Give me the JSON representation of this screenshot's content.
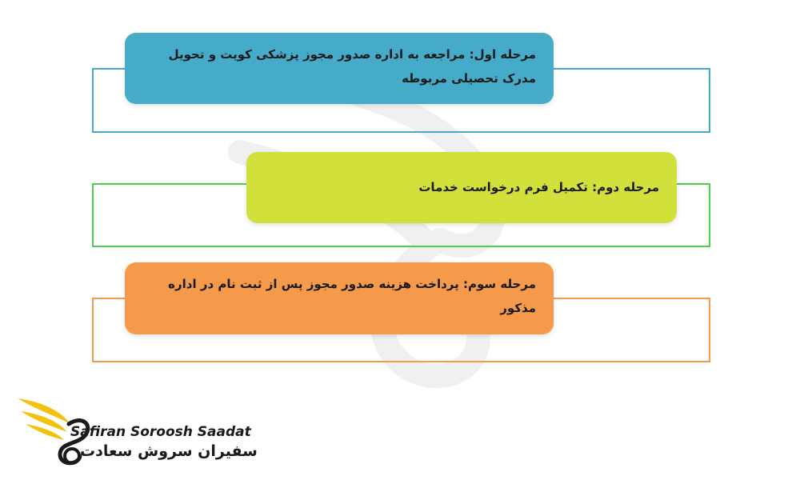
{
  "steps": [
    {
      "text": "مرحله اول: مراجعه به اداره صدور مجوز پزشکی کویت و تحویل مدرک تحصیلی مربوطه",
      "color": "#45abc9",
      "outline_color": "#45abc9"
    },
    {
      "text": "مرحله دوم: تکمیل فرم درخواست خدمات",
      "color": "#d2e03c",
      "outline_color": "#4ad24a"
    },
    {
      "text": "مرحله سوم: پرداخت هزینه صدور مجوز پس از ثبت نام در اداره مذکور",
      "color": "#f59a4b",
      "outline_color": "#f59a4b"
    }
  ],
  "brand": {
    "name_en": "Safiran Soroosh Saadat",
    "name_fa": "سفیران سروش سعادت",
    "wing_color": "#f2c20f"
  }
}
